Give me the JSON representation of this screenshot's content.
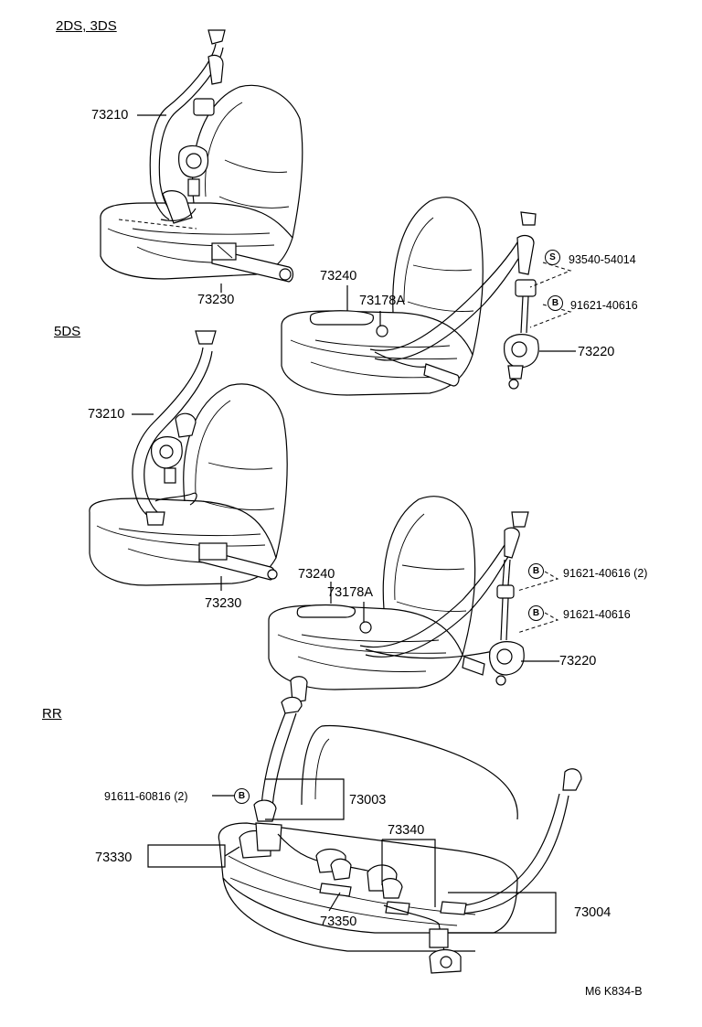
{
  "sections": {
    "front_2ds_3ds": "2DS, 3DS",
    "front_5ds": "5DS",
    "rear": "RR"
  },
  "parts": {
    "p73210_a": "73210",
    "p73230_a": "73230",
    "p73240_a": "73240",
    "p73178a_a": "73178A",
    "p73220_a": "73220",
    "p93540": "93540-54014",
    "p91621_a": "91621-40616",
    "p73210_b": "73210",
    "p73230_b": "73230",
    "p73240_b": "73240",
    "p73178a_b": "73178A",
    "p73220_b": "73220",
    "p91621_b2": "91621-40616 (2)",
    "p91621_b": "91621-40616",
    "p91611": "91611-60816 (2)",
    "p73003": "73003",
    "p73330": "73330",
    "p73340": "73340",
    "p73350": "73350",
    "p73004": "73004"
  },
  "badges": {
    "s": "S",
    "b": "B"
  },
  "footer": {
    "code": "M6  K834-B"
  }
}
